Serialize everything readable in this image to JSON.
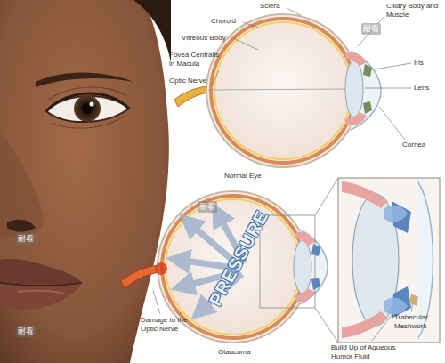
{
  "diagram": {
    "labels": [
      "Sclera",
      "Choroid",
      "Vitreous Body",
      "Fovea Centralis in Macula",
      "Optic Nerve",
      "Normal Eye",
      "Ciliary Body and Muscle",
      "Iris",
      "Lens",
      "Cornea",
      "PRESSURE",
      "Damage to the Optic Nerve",
      "Glaucoma",
      "Build Up of Aqueous Humor Fluid",
      "Trabecular Meshwork",
      "耐看",
      "耐看",
      "耐看",
      "耐看"
    ]
  }
}
